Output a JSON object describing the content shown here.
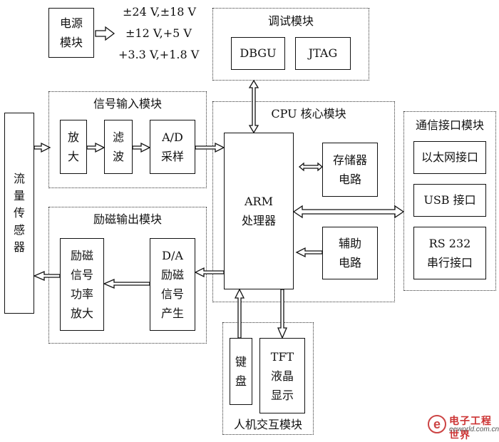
{
  "power": {
    "label_lines": [
      "电源",
      "模块"
    ],
    "voltages": [
      "±24 V,±18 V",
      "±12 V,+5 V",
      "+3.3 V,+1.8 V"
    ]
  },
  "debug": {
    "title": "调试模块",
    "items": [
      "DBGU",
      "JTAG"
    ]
  },
  "signal_input": {
    "title": "信号输入模块",
    "amp": [
      "放",
      "大"
    ],
    "filter": [
      "滤",
      "波"
    ],
    "adc": [
      "A/D",
      "采样"
    ]
  },
  "cpu": {
    "title": "CPU 核心模块",
    "arm": [
      "ARM",
      "处理器"
    ],
    "storage": [
      "存储器",
      "电路"
    ],
    "aux": [
      "辅助",
      "电路"
    ]
  },
  "comm": {
    "title": "通信接口模块",
    "ethernet": "以太网接口",
    "usb": "USB 接口",
    "rs232": [
      "RS 232",
      "串行接口"
    ]
  },
  "excitation": {
    "title": "励磁输出模块",
    "power_amp": [
      "励磁",
      "信号",
      "功率",
      "放大"
    ],
    "dac": [
      "D/A",
      "励磁",
      "信号",
      "产生"
    ]
  },
  "sensor": {
    "label": [
      "流",
      "量",
      "传",
      "感",
      "器"
    ]
  },
  "hmi": {
    "title": "人机交互模块",
    "keyboard": [
      "键",
      "盘"
    ],
    "tft": [
      "TFT",
      "液晶",
      "显示"
    ]
  },
  "watermark": {
    "name": "电子工程世界",
    "url": "eeworld.com.cn"
  }
}
